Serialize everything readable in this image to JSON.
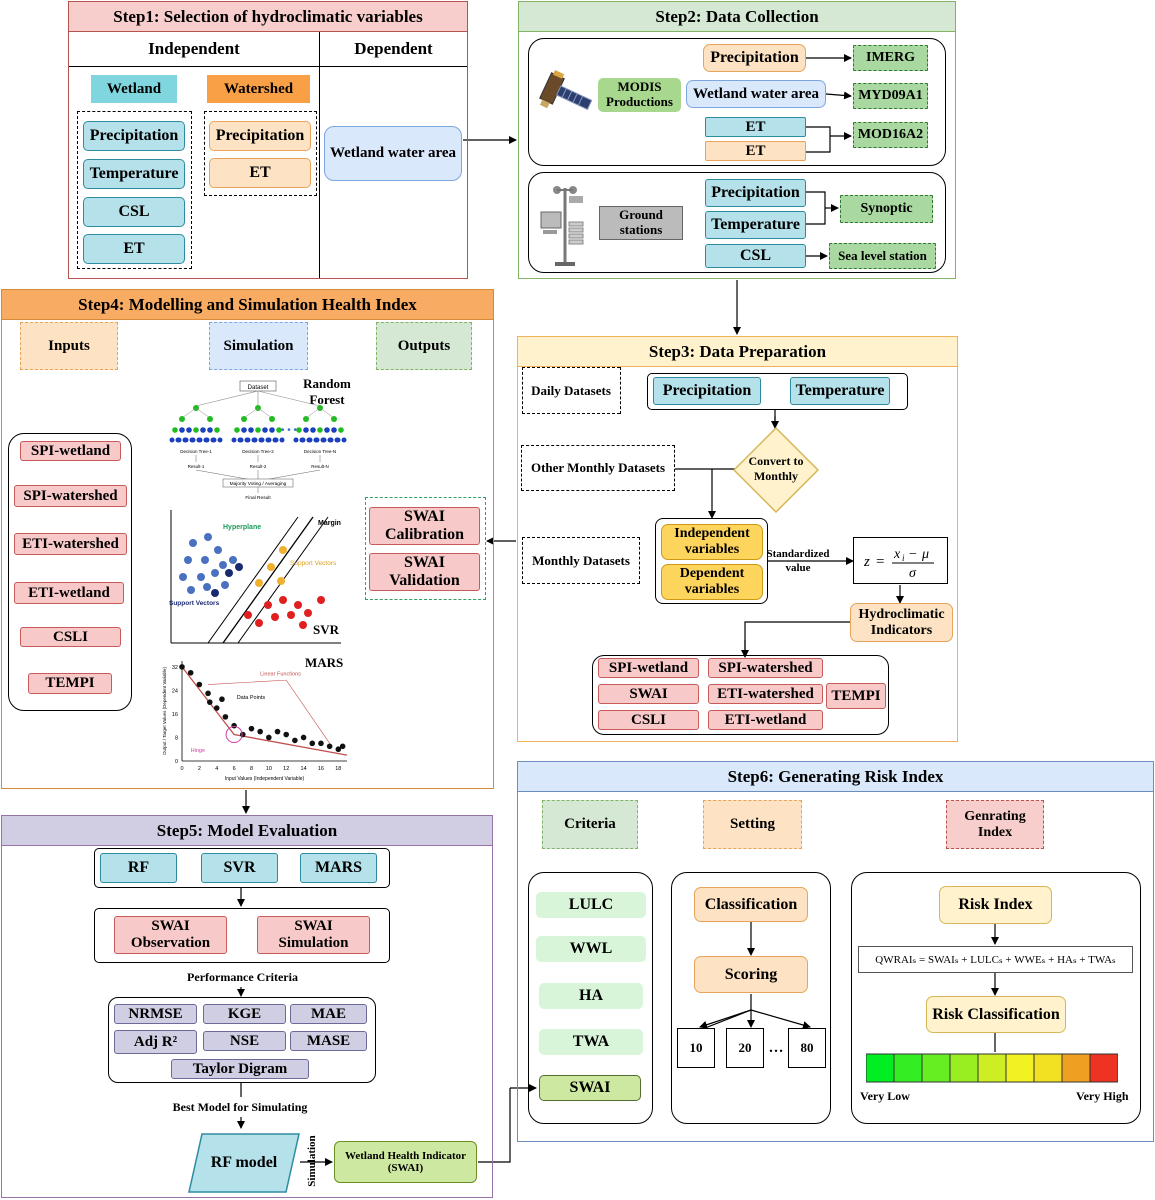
{
  "step1": {
    "title": "Step1: Selection of hydroclimatic variables",
    "independent": "Independent",
    "dependent": "Dependent",
    "wetland": "Wetland",
    "watershed": "Watershed",
    "wetland_vars": [
      "Precipitation",
      "Temperature",
      "CSL",
      "ET"
    ],
    "watershed_vars": [
      "Precipitation",
      "ET"
    ],
    "dependent_var": "Wetland water area"
  },
  "step2": {
    "title": "Step2: Data Collection",
    "modis": "MODIS Productions",
    "ground": "Ground stations",
    "precip": "Precipitation",
    "wwa": "Wetland water area",
    "et1": "ET",
    "et2": "ET",
    "imerg": "IMERG",
    "myd": "MYD09A1",
    "mod": "MOD16A2",
    "g_precip": "Precipitation",
    "g_temp": "Temperature",
    "g_csl": "CSL",
    "synoptic": "Synoptic",
    "sealevel": "Sea level station"
  },
  "step3": {
    "title": "Step3: Data Preparation",
    "daily": "Daily Datasets",
    "other_monthly": "Other Monthly Datasets",
    "monthly": "Monthly Datasets",
    "precip": "Precipitation",
    "temp": "Temperature",
    "convert": "Convert to Monthly",
    "indep": "Independent variables",
    "dep": "Dependent variables",
    "standardized": "Standardized value",
    "hydro": "Hydroclimatic Indicators",
    "indicators": [
      "SPI-wetland",
      "SPI-watershed",
      "SWAI",
      "ETI-watershed",
      "TEMPI",
      "CSLI",
      "ETI-wetland"
    ]
  },
  "step4": {
    "title": "Step4: Modelling and Simulation Health Index",
    "inputs": "Inputs",
    "simulation": "Simulation",
    "outputs": "Outputs",
    "input_list": [
      "SPI-wetland",
      "SPI-watershed",
      "ETI-watershed",
      "ETI-wetland",
      "CSLI",
      "TEMPI"
    ],
    "out_cal": "SWAI Calibration",
    "out_val": "SWAI Validation",
    "rf_label": "Random Forest",
    "svr_label": "SVR",
    "mars_label": "MARS",
    "rf_fig": {
      "dataset": "Dataset",
      "trees": [
        "Decision Tree-1",
        "Decision Tree-2",
        "Decision Tree-N"
      ],
      "results": [
        "Result-1",
        "Result-2",
        "Result-N"
      ],
      "voting": "Majority Voting / Averaging",
      "final": "Final Result"
    },
    "svr_fig": {
      "hyperplane": "Hyperplane",
      "margin": "Margin",
      "support_right": "Support Vectors",
      "support_left": "Support Vectors"
    },
    "mars_fig": {
      "linear": "Linear Functions",
      "points": "Data Points",
      "hinge": "Hinge",
      "xlabel": "Input Values (Independent Variable)",
      "ylabel": "Output / Target Values (Dependent Variable)",
      "xticks": [
        "0",
        "2",
        "4",
        "6",
        "8",
        "10",
        "12",
        "14",
        "16",
        "18"
      ],
      "yticks": [
        "0",
        "8",
        "16",
        "24",
        "32"
      ]
    }
  },
  "step5": {
    "title": "Step5: Model Evaluation",
    "models": [
      "RF",
      "SVR",
      "MARS"
    ],
    "obs": "SWAI Observation",
    "sim": "SWAI Simulation",
    "perf": "Performance Criteria",
    "metrics": [
      "NRMSE",
      "KGE",
      "MAE",
      "Adj R²",
      "NSE",
      "MASE"
    ],
    "taylor": "Taylor Digram",
    "best": "Best Model for Simulating",
    "rfmodel": "RF model",
    "simlabel": "Simulation",
    "health": "Wetland Health Indicator (SWAI)"
  },
  "step6": {
    "title": "Step6: Generating Risk Index",
    "criteria": "Criteria",
    "setting": "Setting",
    "genindex": "Genrating Index",
    "crit_list": [
      "LULC",
      "WWL",
      "HA",
      "TWA",
      "SWAI"
    ],
    "classification": "Classification",
    "scoring": "Scoring",
    "scores": [
      "10",
      "20",
      "…",
      "80"
    ],
    "risk_index": "Risk Index",
    "formula": "QWRAIₛ = SWAIₛ + LULCₛ + WWEₛ + HAₛ + TWAₛ",
    "risk_class": "Risk Classification",
    "very_low": "Very Low",
    "very_high": "Very High",
    "scale_colors": [
      "#00ee22",
      "#33ee22",
      "#66ee22",
      "#99ee22",
      "#ccee22",
      "#f2f222",
      "#f2e022",
      "#f0a020",
      "#ee3322"
    ]
  },
  "colors": {
    "step1": "#f8cecc",
    "step2": "#d5e8d4",
    "step3": "#fff2cc",
    "step4": "#f8ab63",
    "step5": "#d1cde3",
    "step6": "#dae8fc"
  }
}
